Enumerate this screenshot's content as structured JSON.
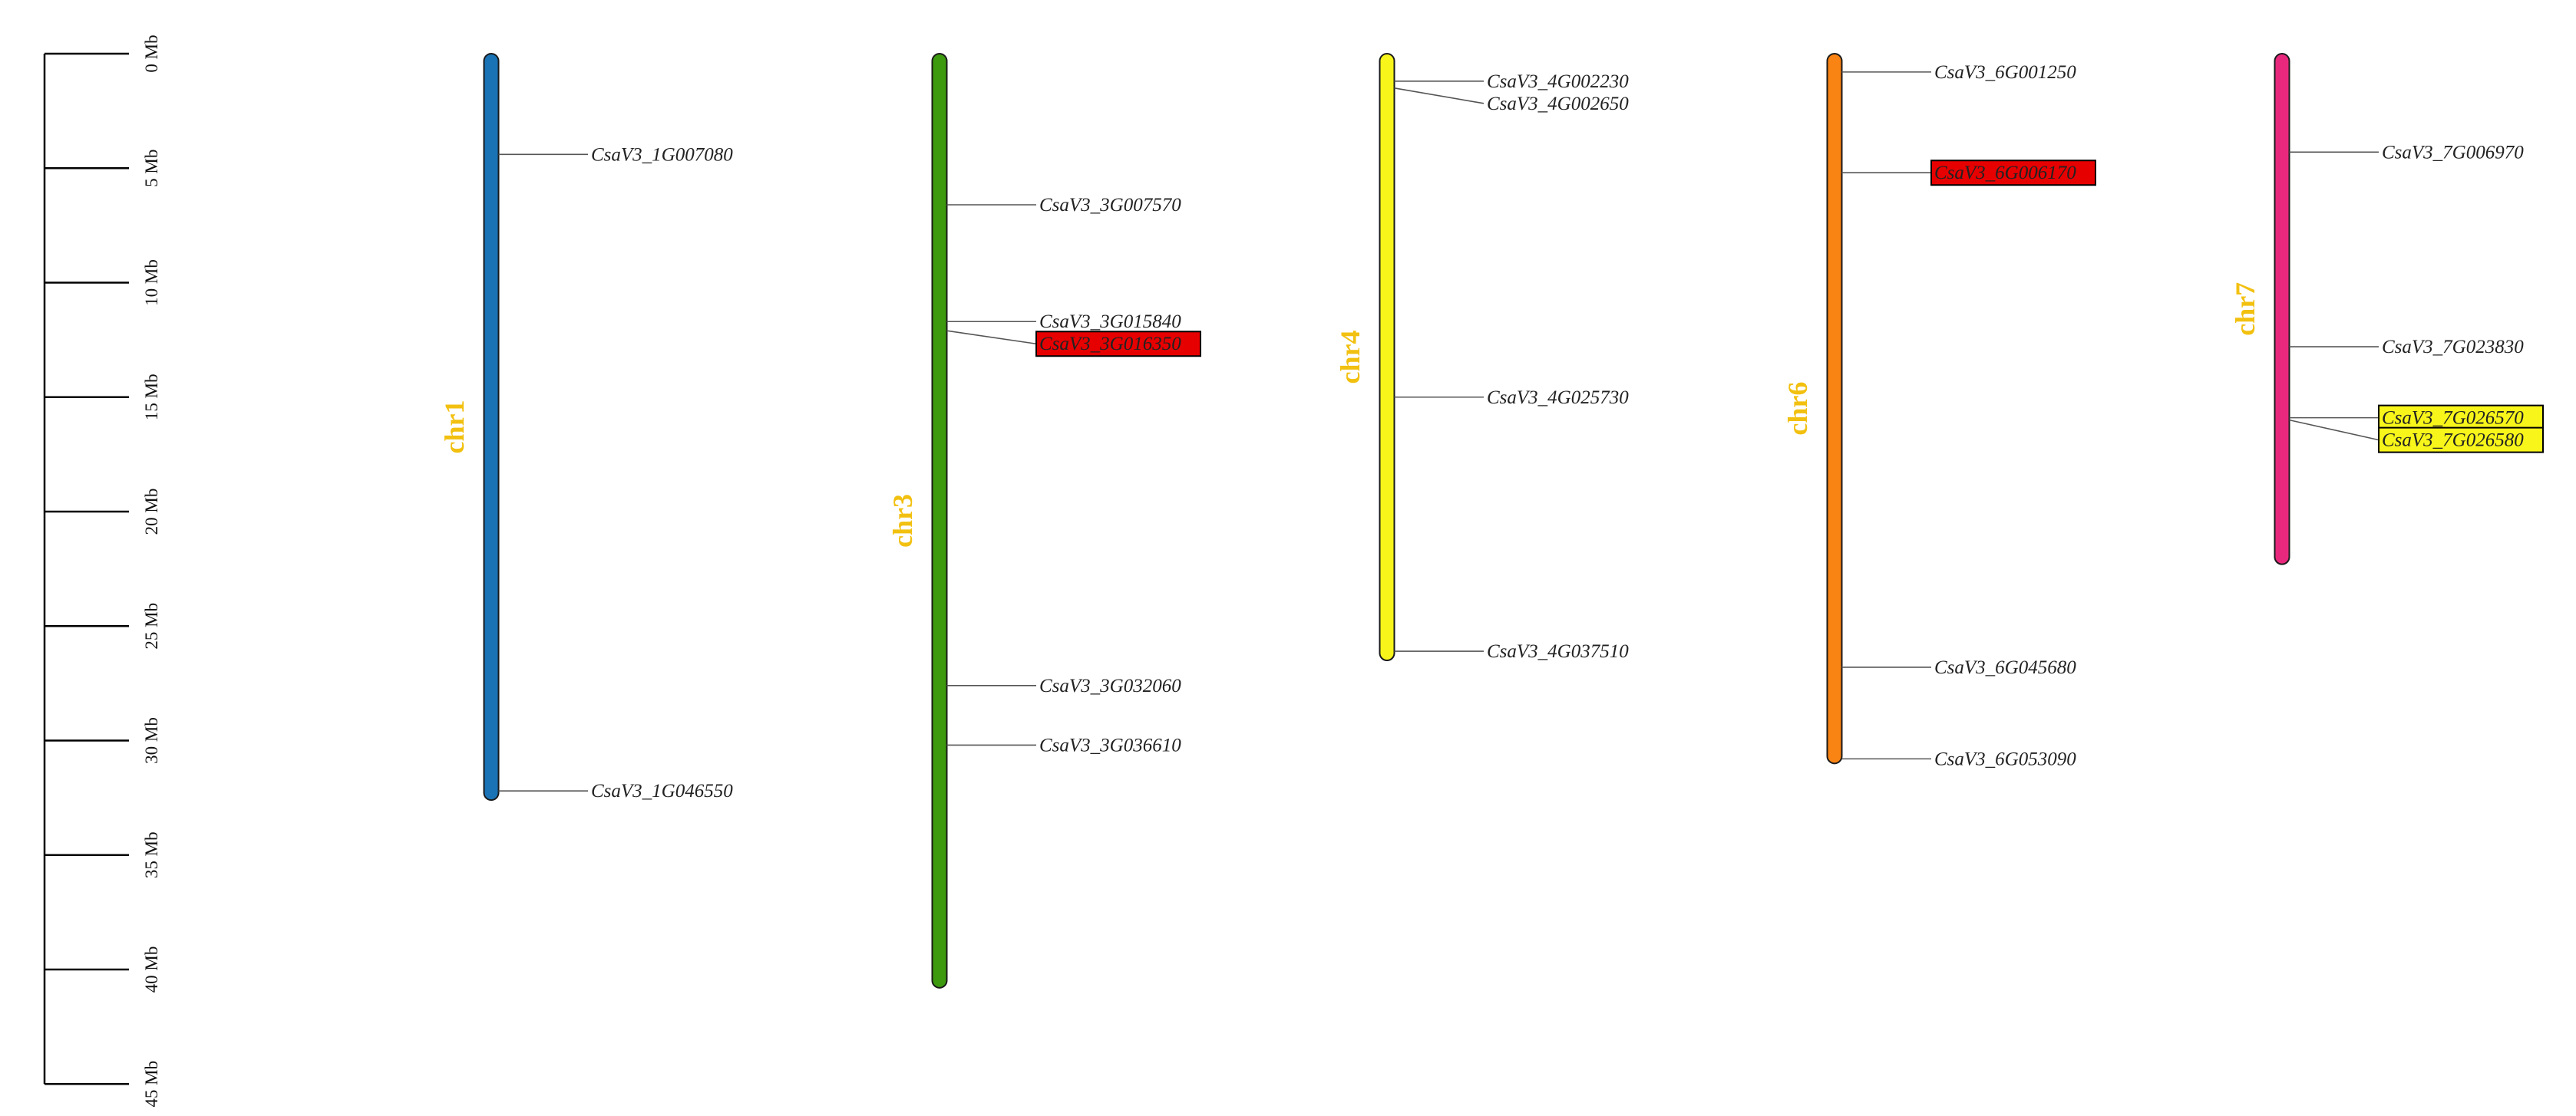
{
  "scale": {
    "unit": "Mb",
    "max": 45,
    "ticks": [
      {
        "value": 0,
        "label": "0 Mb"
      },
      {
        "value": 5,
        "label": "5 Mb"
      },
      {
        "value": 10,
        "label": "10 Mb"
      },
      {
        "value": 15,
        "label": "15 Mb"
      },
      {
        "value": 20,
        "label": "20 Mb"
      },
      {
        "value": 25,
        "label": "25 Mb"
      },
      {
        "value": 30,
        "label": "30 Mb"
      },
      {
        "value": 35,
        "label": "35 Mb"
      },
      {
        "value": 40,
        "label": "40 Mb"
      },
      {
        "value": 45,
        "label": "45 Mb"
      }
    ]
  },
  "chromosomes": [
    {
      "name": "chr1",
      "length_mb": 32.6,
      "color": "#1a73b5",
      "label_color": "#f2c00f",
      "genes": [
        {
          "id": "CsaV3_1G007080",
          "position_mb": 4.4
        },
        {
          "id": "CsaV3_1G046550",
          "position_mb": 32.2
        }
      ]
    },
    {
      "name": "chr3",
      "length_mb": 40.8,
      "color": "#3d9a0f",
      "label_color": "#f2c00f",
      "genes": [
        {
          "id": "CsaV3_3G007570",
          "position_mb": 6.6
        },
        {
          "id": "CsaV3_3G015840",
          "position_mb": 11.7
        },
        {
          "id": "CsaV3_3G016350",
          "position_mb": 12.1,
          "highlight": "#e60000"
        },
        {
          "id": "CsaV3_3G032060",
          "position_mb": 27.6
        },
        {
          "id": "CsaV3_3G036610",
          "position_mb": 30.2
        }
      ]
    },
    {
      "name": "chr4",
      "length_mb": 26.5,
      "color": "#f7f51a",
      "label_color": "#f2c00f",
      "genes": [
        {
          "id": "CsaV3_4G002230",
          "position_mb": 1.2
        },
        {
          "id": "CsaV3_4G002650",
          "position_mb": 1.5
        },
        {
          "id": "CsaV3_4G025730",
          "position_mb": 15.0
        },
        {
          "id": "CsaV3_4G037510",
          "position_mb": 26.1
        }
      ]
    },
    {
      "name": "chr6",
      "length_mb": 31.0,
      "color": "#f98313",
      "label_color": "#f2c00f",
      "genes": [
        {
          "id": "CsaV3_6G001250",
          "position_mb": 0.8
        },
        {
          "id": "CsaV3_6G006170",
          "position_mb": 5.2,
          "highlight": "#e60000"
        },
        {
          "id": "CsaV3_6G045680",
          "position_mb": 26.8
        },
        {
          "id": "CsaV3_6G053090",
          "position_mb": 30.8
        }
      ]
    },
    {
      "name": "chr7",
      "length_mb": 22.3,
      "color": "#e8287d",
      "label_color": "#f2c00f",
      "genes": [
        {
          "id": "CsaV3_7G006970",
          "position_mb": 4.3
        },
        {
          "id": "CsaV3_7G023830",
          "position_mb": 12.8
        },
        {
          "id": "CsaV3_7G026570",
          "position_mb": 15.9,
          "highlight": "#f7f51a"
        },
        {
          "id": "CsaV3_7G026580",
          "position_mb": 16.0,
          "highlight": "#f7f51a"
        }
      ]
    }
  ]
}
